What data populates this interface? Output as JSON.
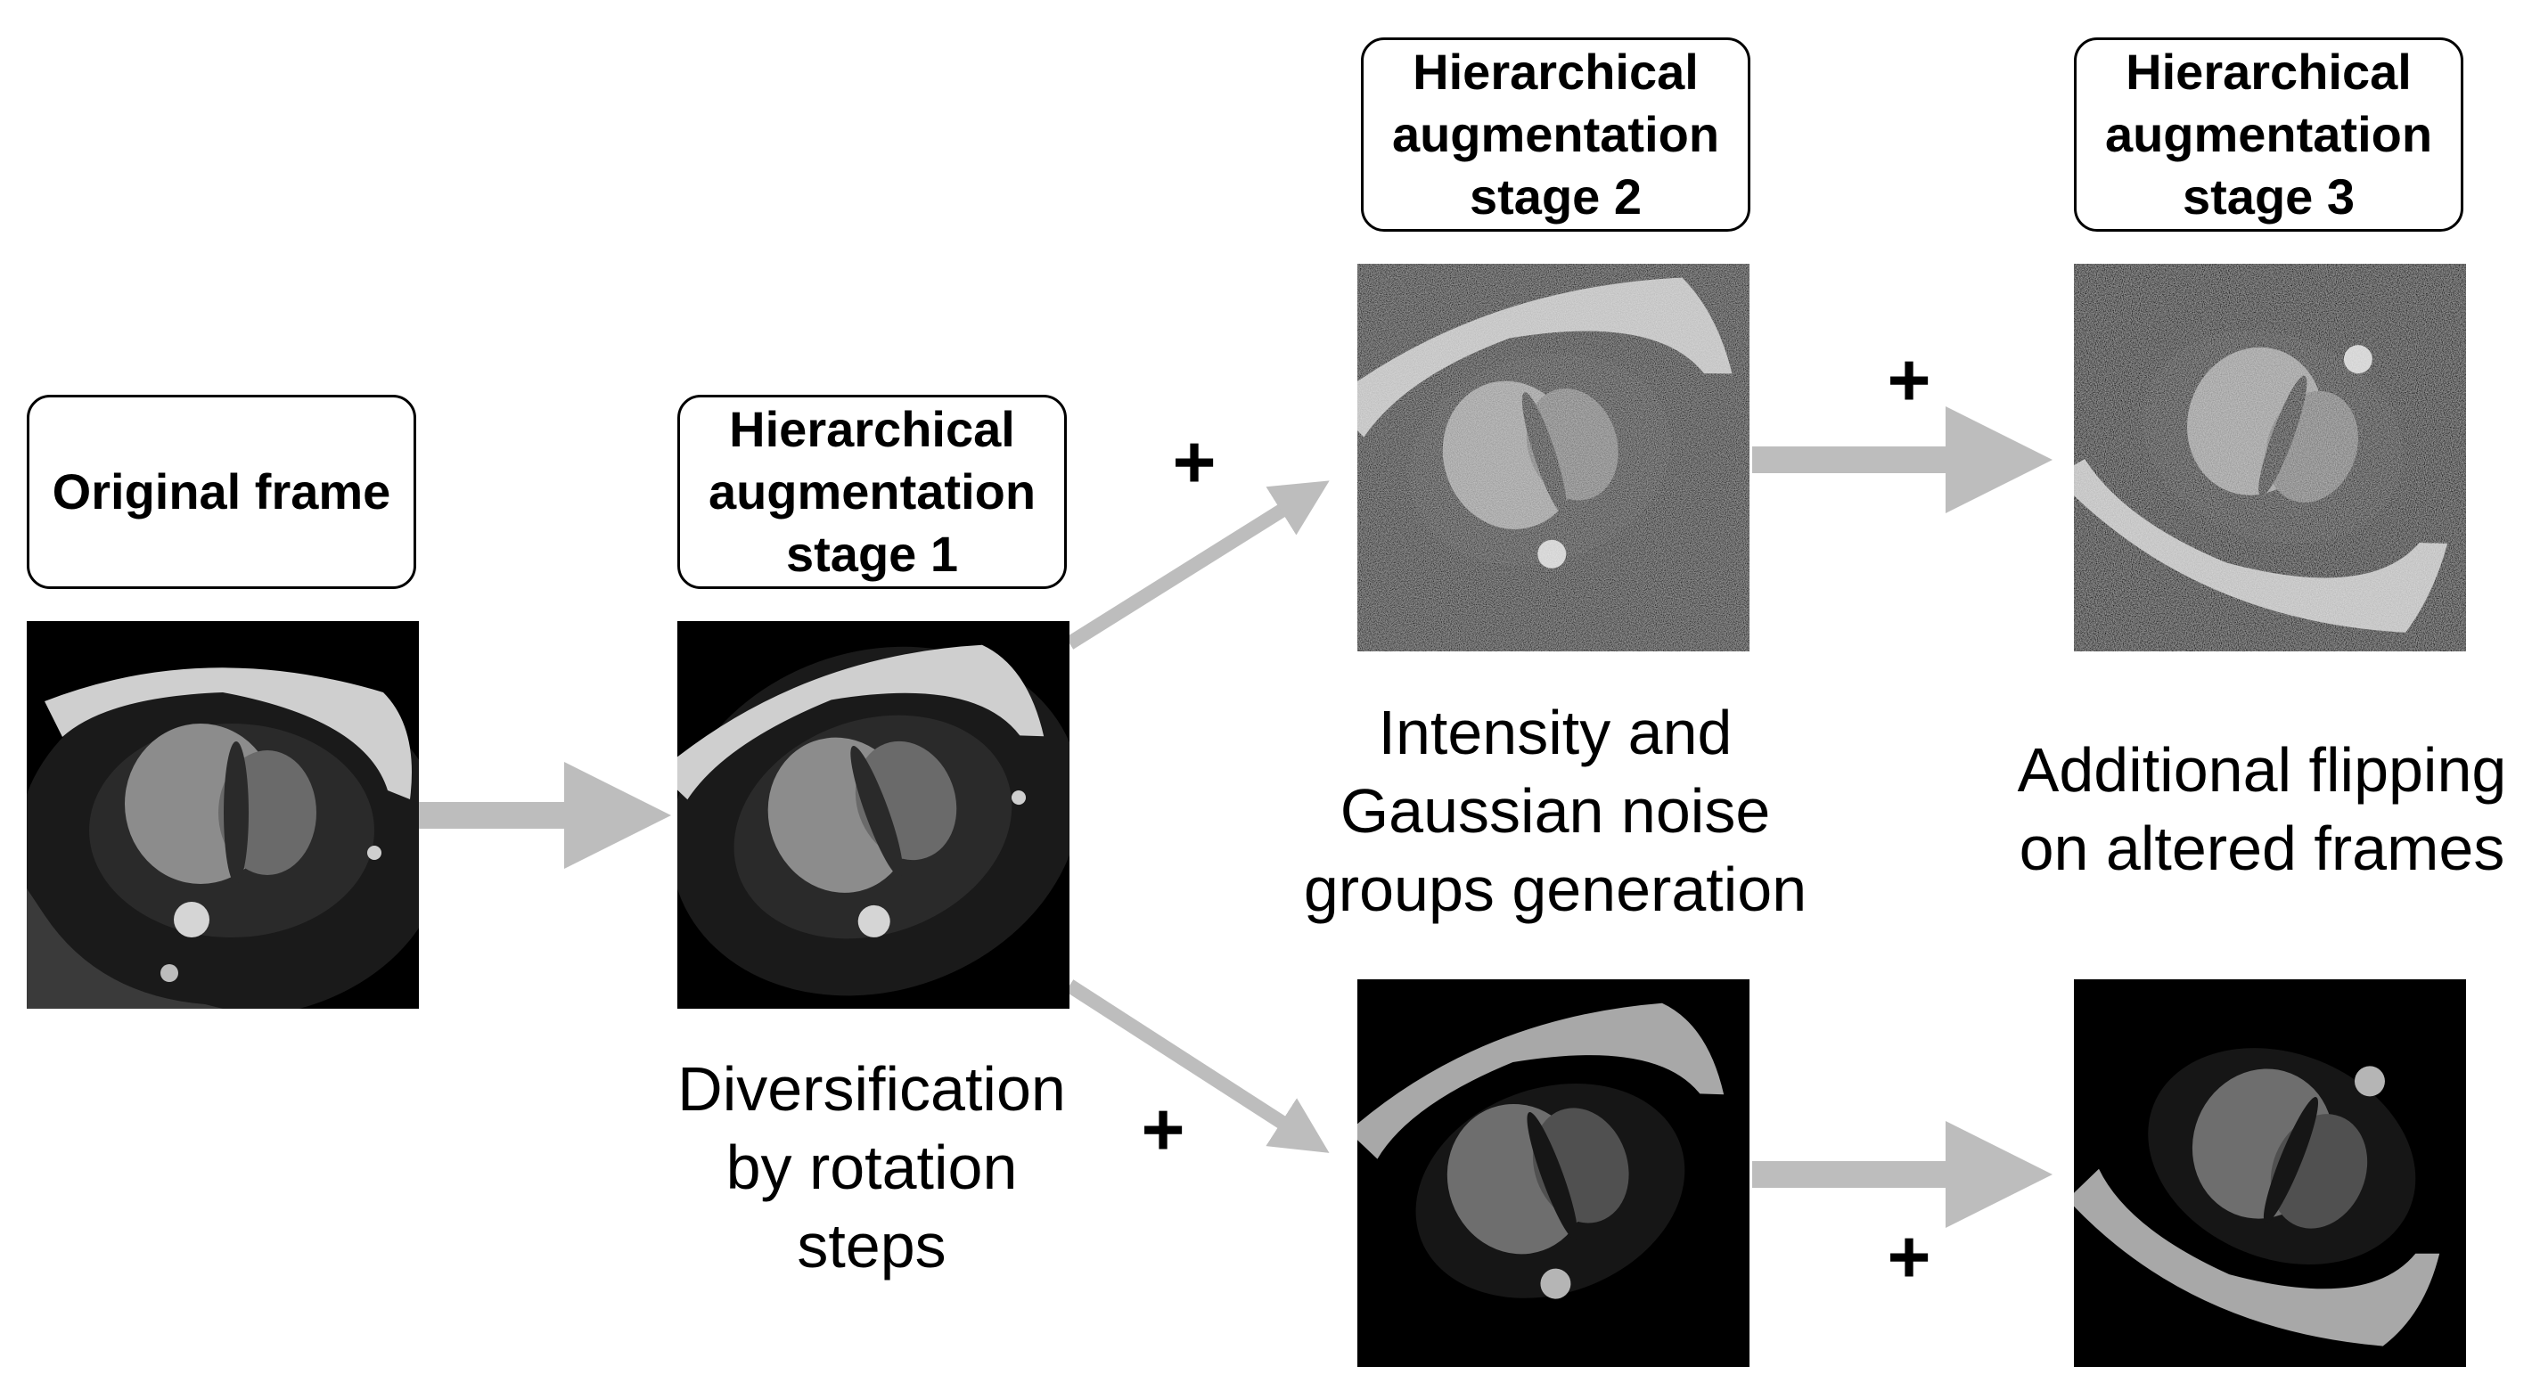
{
  "boxes": {
    "original": "Original frame",
    "stage1": "Hierarchical\naugmentation\nstage 1",
    "stage2": "Hierarchical\naugmentation\nstage 2",
    "stage3": "Hierarchical\naugmentation\nstage 3"
  },
  "captions": {
    "stage1": "Diversification\nby rotation\nsteps",
    "stage2": "Intensity and\nGaussian noise\ngroups generation",
    "stage3": "Additional flipping\non altered frames"
  },
  "plus_symbol": "+",
  "colors": {
    "arrow": "#bdbdbd",
    "frame_bg": "#000000",
    "tissue": "#8a8a8a",
    "bright": "#d9d9d9"
  }
}
